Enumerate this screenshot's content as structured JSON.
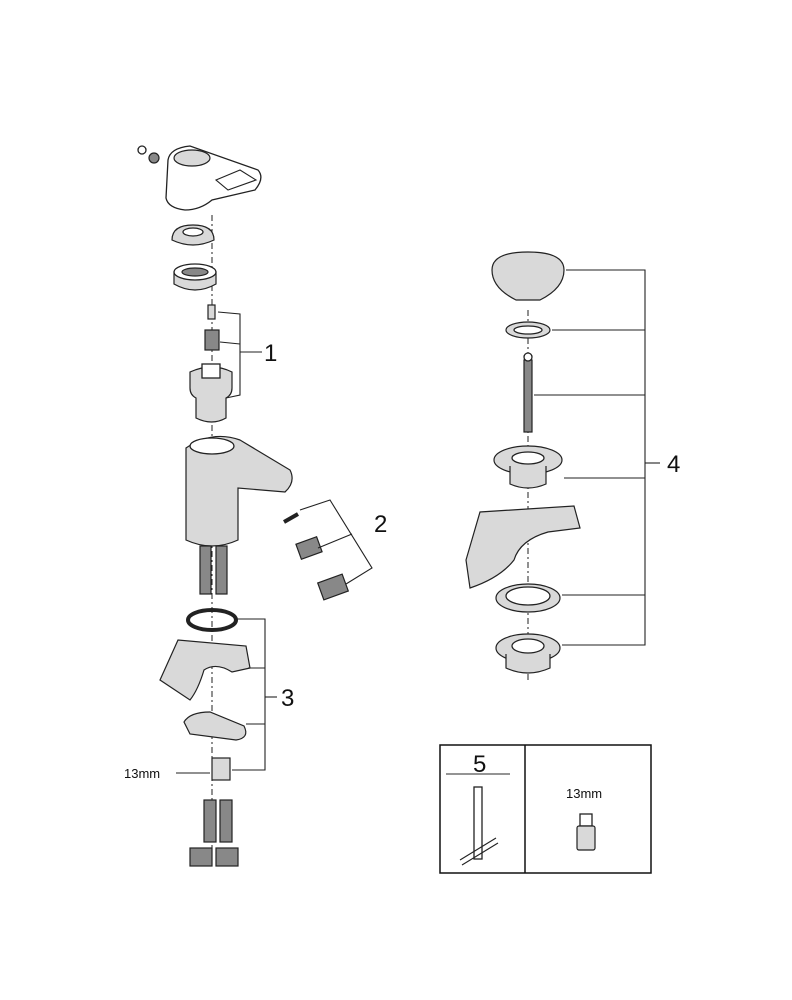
{
  "callouts": {
    "part1": "1",
    "part2": "2",
    "part3": "3",
    "part4": "4",
    "part5": "5"
  },
  "wrench_size_label": "13mm",
  "tool_box": {
    "size_label": "13mm"
  }
}
